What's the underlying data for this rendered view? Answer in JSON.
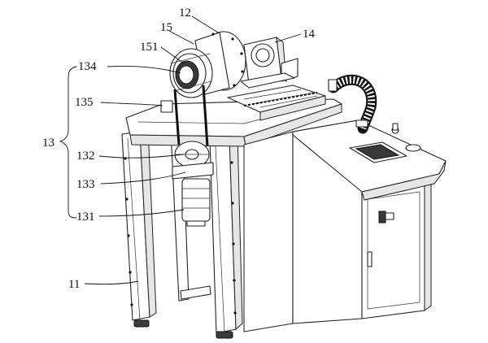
{
  "labels": {
    "l12": "12",
    "l15": "15",
    "l14": "14",
    "l151": "151",
    "l134": "134",
    "l135": "135",
    "l13": "13",
    "l132": "132",
    "l133": "133",
    "l131": "131",
    "l11": "11"
  }
}
